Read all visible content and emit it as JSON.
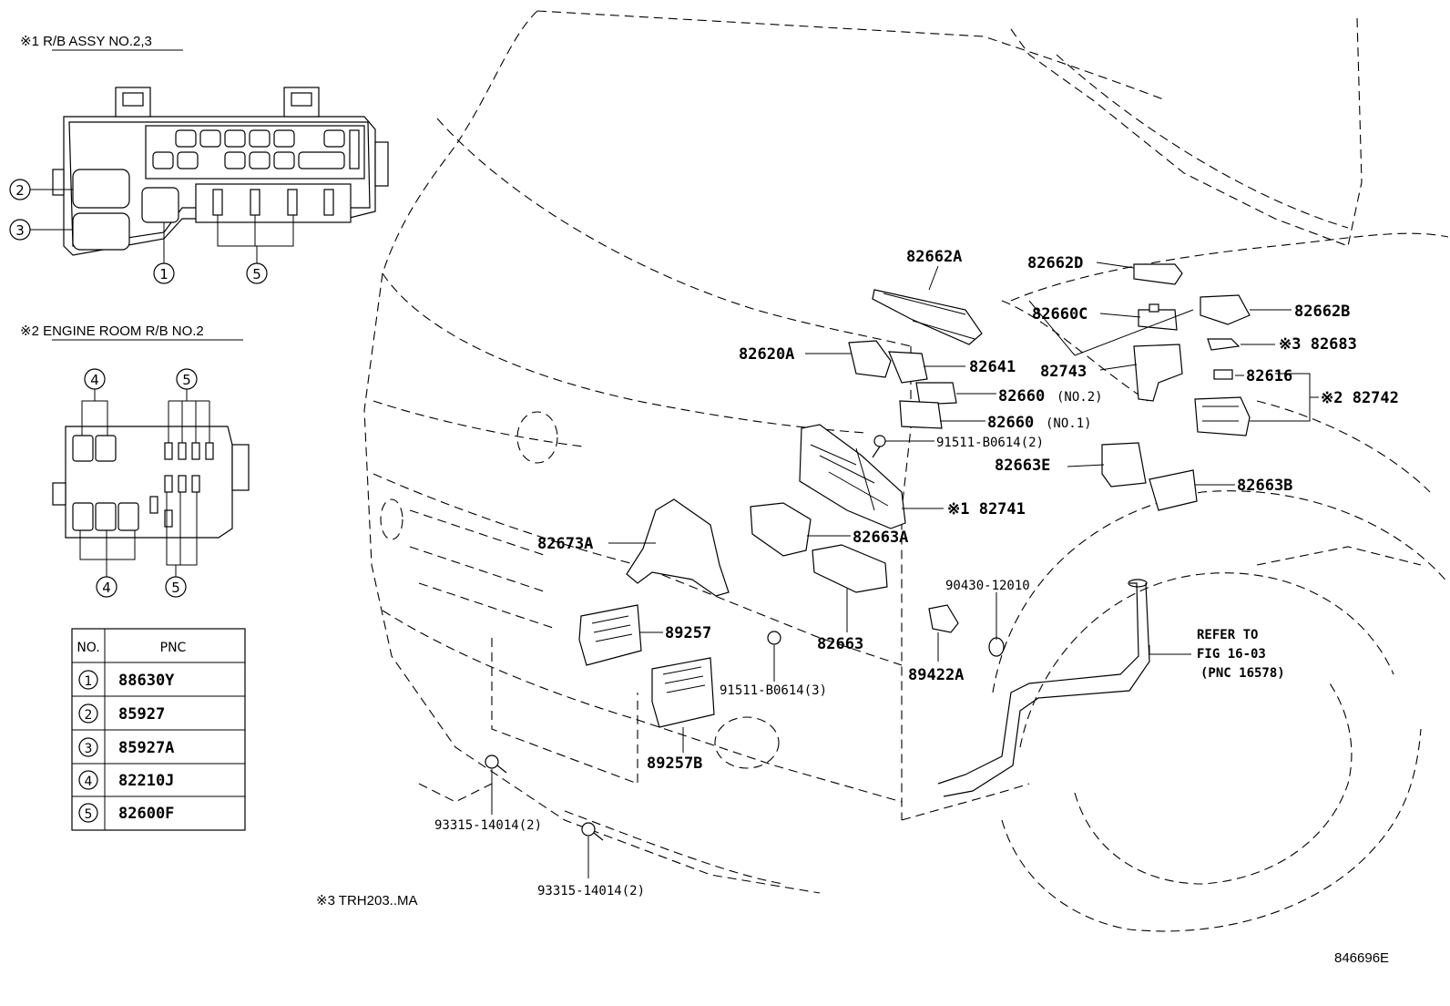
{
  "notes": {
    "rb_assy": "※1 R/B ASSY NO.2,3",
    "engine_room": "※2 ENGINE ROOM R/B NO.2",
    "model": "※3 TRH203..MA"
  },
  "inset_callouts": {
    "n1": "1",
    "n2": "2",
    "n3": "3",
    "n4": "4",
    "n5": "5"
  },
  "table": {
    "header_no": "NO.",
    "header_pnc": "PNC",
    "rows": [
      {
        "no": "1",
        "pnc": "88630Y"
      },
      {
        "no": "2",
        "pnc": "85927"
      },
      {
        "no": "3",
        "pnc": "85927A"
      },
      {
        "no": "4",
        "pnc": "82210J"
      },
      {
        "no": "5",
        "pnc": "82600F"
      }
    ]
  },
  "parts": {
    "p82662A": "82662A",
    "p82662D": "82662D",
    "p82660C": "82660C",
    "p82662B": "82662B",
    "p82683": "※3 82683",
    "p82620A": "82620A",
    "p82641": "82641",
    "p82743": "82743",
    "p82616": "82616",
    "p82660_no2": "82660",
    "p82660_no2_sub": "(NO.2)",
    "p82742": "※2 82742",
    "p82660_no1": "82660",
    "p82660_no1_sub": "(NO.1)",
    "p91511_2": "91511-B0614(2)",
    "p82663E": "82663E",
    "p82663B": "82663B",
    "p82741": "※1 82741",
    "p82663A": "82663A",
    "p82673A": "82673A",
    "p90430": "90430-12010",
    "p89257": "89257",
    "p82663": "82663",
    "p89422A": "89422A",
    "p91511_3": "91511-B0614(3)",
    "p89257B": "89257B",
    "p93315_a": "93315-14014(2)",
    "p93315_b": "93315-14014(2)",
    "refer1": "REFER TO",
    "refer2": "FIG 16-03",
    "refer3": "(PNC 16578)"
  },
  "figure_id": "846696E"
}
